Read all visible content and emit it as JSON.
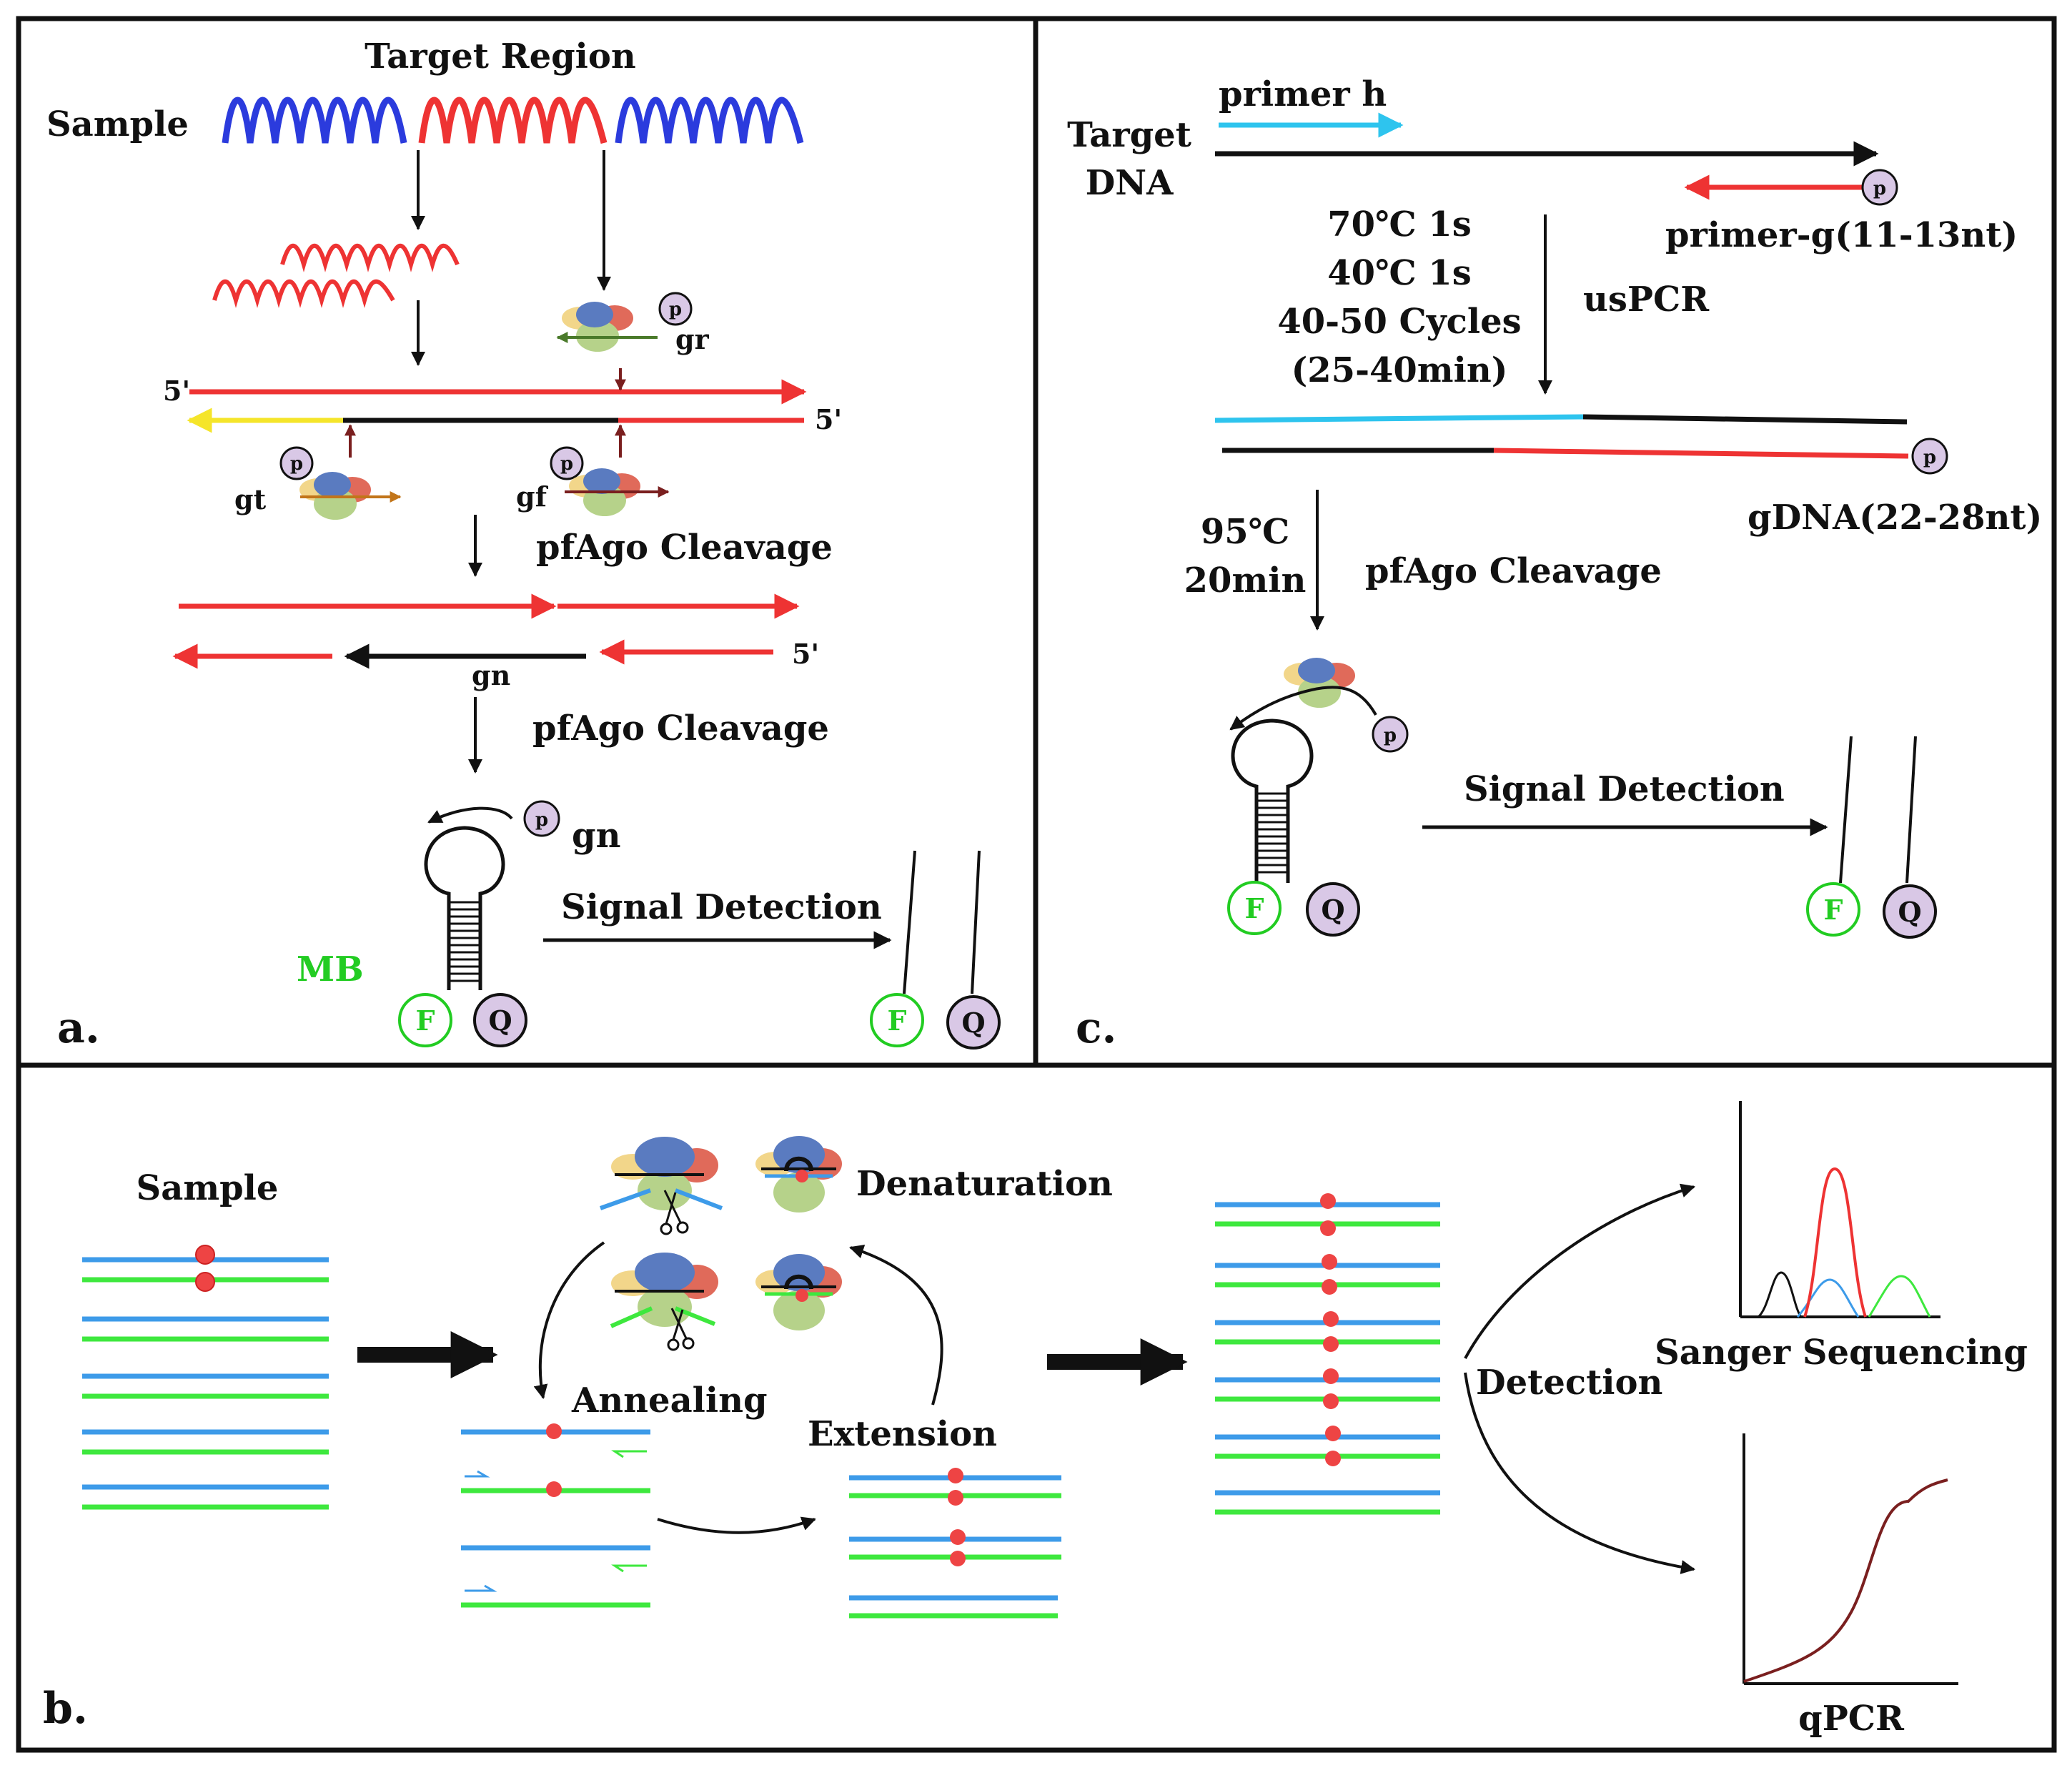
{
  "panel_a": {
    "letter": "a.",
    "target_region": "Target Region",
    "sample": "Sample",
    "five_prime": "5'",
    "gr": "gr",
    "gt": "gt",
    "gf": "gf",
    "gn": "gn",
    "p": "p",
    "cleavage1": "pfAgo Cleavage",
    "cleavage2": "pfAgo Cleavage",
    "mb": "MB",
    "signal": "Signal Detection",
    "f": "F",
    "q": "Q"
  },
  "panel_b": {
    "letter": "b.",
    "sample": "Sample",
    "denaturation": "Denaturation",
    "annealing": "Annealing",
    "extension": "Extension",
    "detection": "Detection",
    "sanger": "Sanger Sequencing",
    "qpcr": "qPCR"
  },
  "panel_c": {
    "letter": "c.",
    "primer_h": "primer h",
    "target_dna_1": "Target",
    "target_dna_2": "DNA",
    "primer_g": "primer-g(11-13nt)",
    "cond1": "70℃ 1s",
    "cond2": "40℃ 1s",
    "cond3": "40-50 Cycles",
    "cond4": "(25-40min)",
    "uspcr": "usPCR",
    "gdna": "gDNA(22-28nt)",
    "temp": "95℃",
    "time": "20min",
    "cleavage": "pfAgo Cleavage",
    "signal": "Signal Detection",
    "p": "p",
    "f": "F",
    "q": "Q"
  },
  "colors": {
    "red": "#ee3333",
    "blue": "#2b3bdd",
    "cyan": "#2ec4ee",
    "strand_blue": "#3d9be9",
    "strand_green": "#3ee83e",
    "yellow": "#f5e52a",
    "dark_red": "#7a1f1f",
    "mb_green": "#22cc22",
    "p_fill": "#d9c8e6"
  }
}
